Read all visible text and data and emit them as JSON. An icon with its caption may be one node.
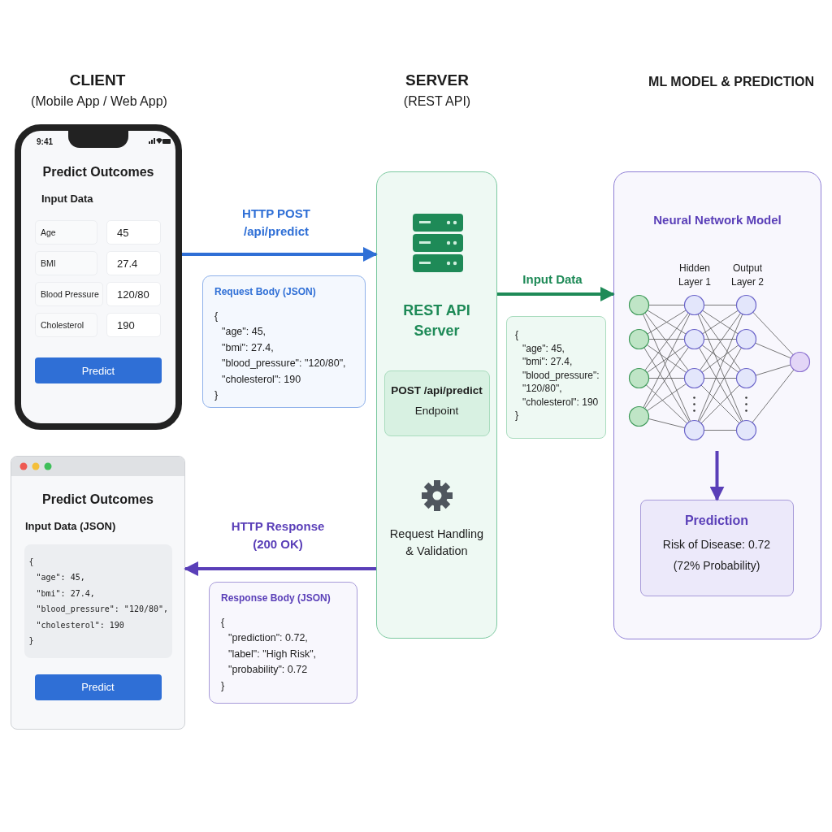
{
  "diagram": {
    "nodes": [
      {
        "text": [
          "Predict Outcomes",
          "Input Data"
        ]
      },
      {
        "text": [
          "Age"
        ],
        "in": 0
      },
      {
        "text": [
          "45"
        ],
        "in": 0
      },
      {
        "text": [
          "BMI"
        ],
        "in": 0
      },
      {
        "text": [
          "27.4"
        ],
        "in": 0
      },
      {
        "text": [
          "Blood Pressure"
        ],
        "in": 0
      },
      {
        "text": [
          "120/80"
        ],
        "in": 0
      },
      {
        "text": [
          "Cholesterol"
        ],
        "in": 0
      },
      {
        "text": [
          "190"
        ],
        "in": 0
      },
      {
        "text": [
          "Predict"
        ],
        "in": 0
      },
      {
        "text": [
          "Request Body (JSON)",
          "{",
          "\"age\": 45,",
          "\"bmi\": 27.4,",
          "\"blood_pressure\": \"120/80\",",
          "\"cholesterol\": 190",
          "}"
        ]
      },
      {
        "text": [
          "REST API Server",
          "Request Handling & Validation"
        ]
      },
      {
        "text": [
          "POST /api/predict",
          "Endpoint"
        ],
        "in": 11
      },
      {
        "text": [
          "{",
          "\"age\": 45,",
          "\"bmi\": 27.4,",
          "\"blood_pressure\": \"120/80\",",
          "\"cholesterol\": 190",
          "}"
        ]
      },
      {
        "text": [
          "Neural Network Model"
        ]
      },
      {
        "text": [
          "Prediction",
          "Risk of Disease: 0.72",
          "(72% Probability)"
        ],
        "in": 14
      },
      {
        "text": [
          "Predict Outcomes",
          "Input Data (JSON)"
        ]
      },
      {
        "text": [
          "{",
          "\"age\": 45,",
          "\"bmi\": 27.4,",
          "\"blood_pressure\": \"120/80\",",
          "\"cholesterol\": 190",
          "}"
        ],
        "in": 16
      },
      {
        "text": [
          "Predict"
        ],
        "in": 16
      },
      {
        "text": [
          "Response Body (JSON)",
          "{",
          "\"prediction\": 0.72,",
          "\"label\": \"High Risk\",",
          "\"probability\": 0.72",
          "}"
        ]
      }
    ],
    "edges": [
      {
        "from": 0,
        "to": 11,
        "arrow": "to",
        "label": "HTTP POST /api/predict",
        "color": "#2f6fd6"
      },
      {
        "from": 11,
        "to": 14,
        "arrow": "to",
        "label": "Input Data",
        "color": "#1e8a57"
      },
      {
        "from": null,
        "to": 15,
        "arrow": "to"
      },
      {
        "from": 11,
        "to": 16,
        "arrow": "to",
        "label": "HTTP Response (200 OK)"
      }
    ],
    "labels": [
      "CLIENT",
      "(Mobile App / Web App)",
      "SERVER",
      "(REST API)",
      "ML MODEL & PREDICTION",
      "9:41",
      "Hidden Layer 1",
      "Output Layer 2"
    ]
  }
}
